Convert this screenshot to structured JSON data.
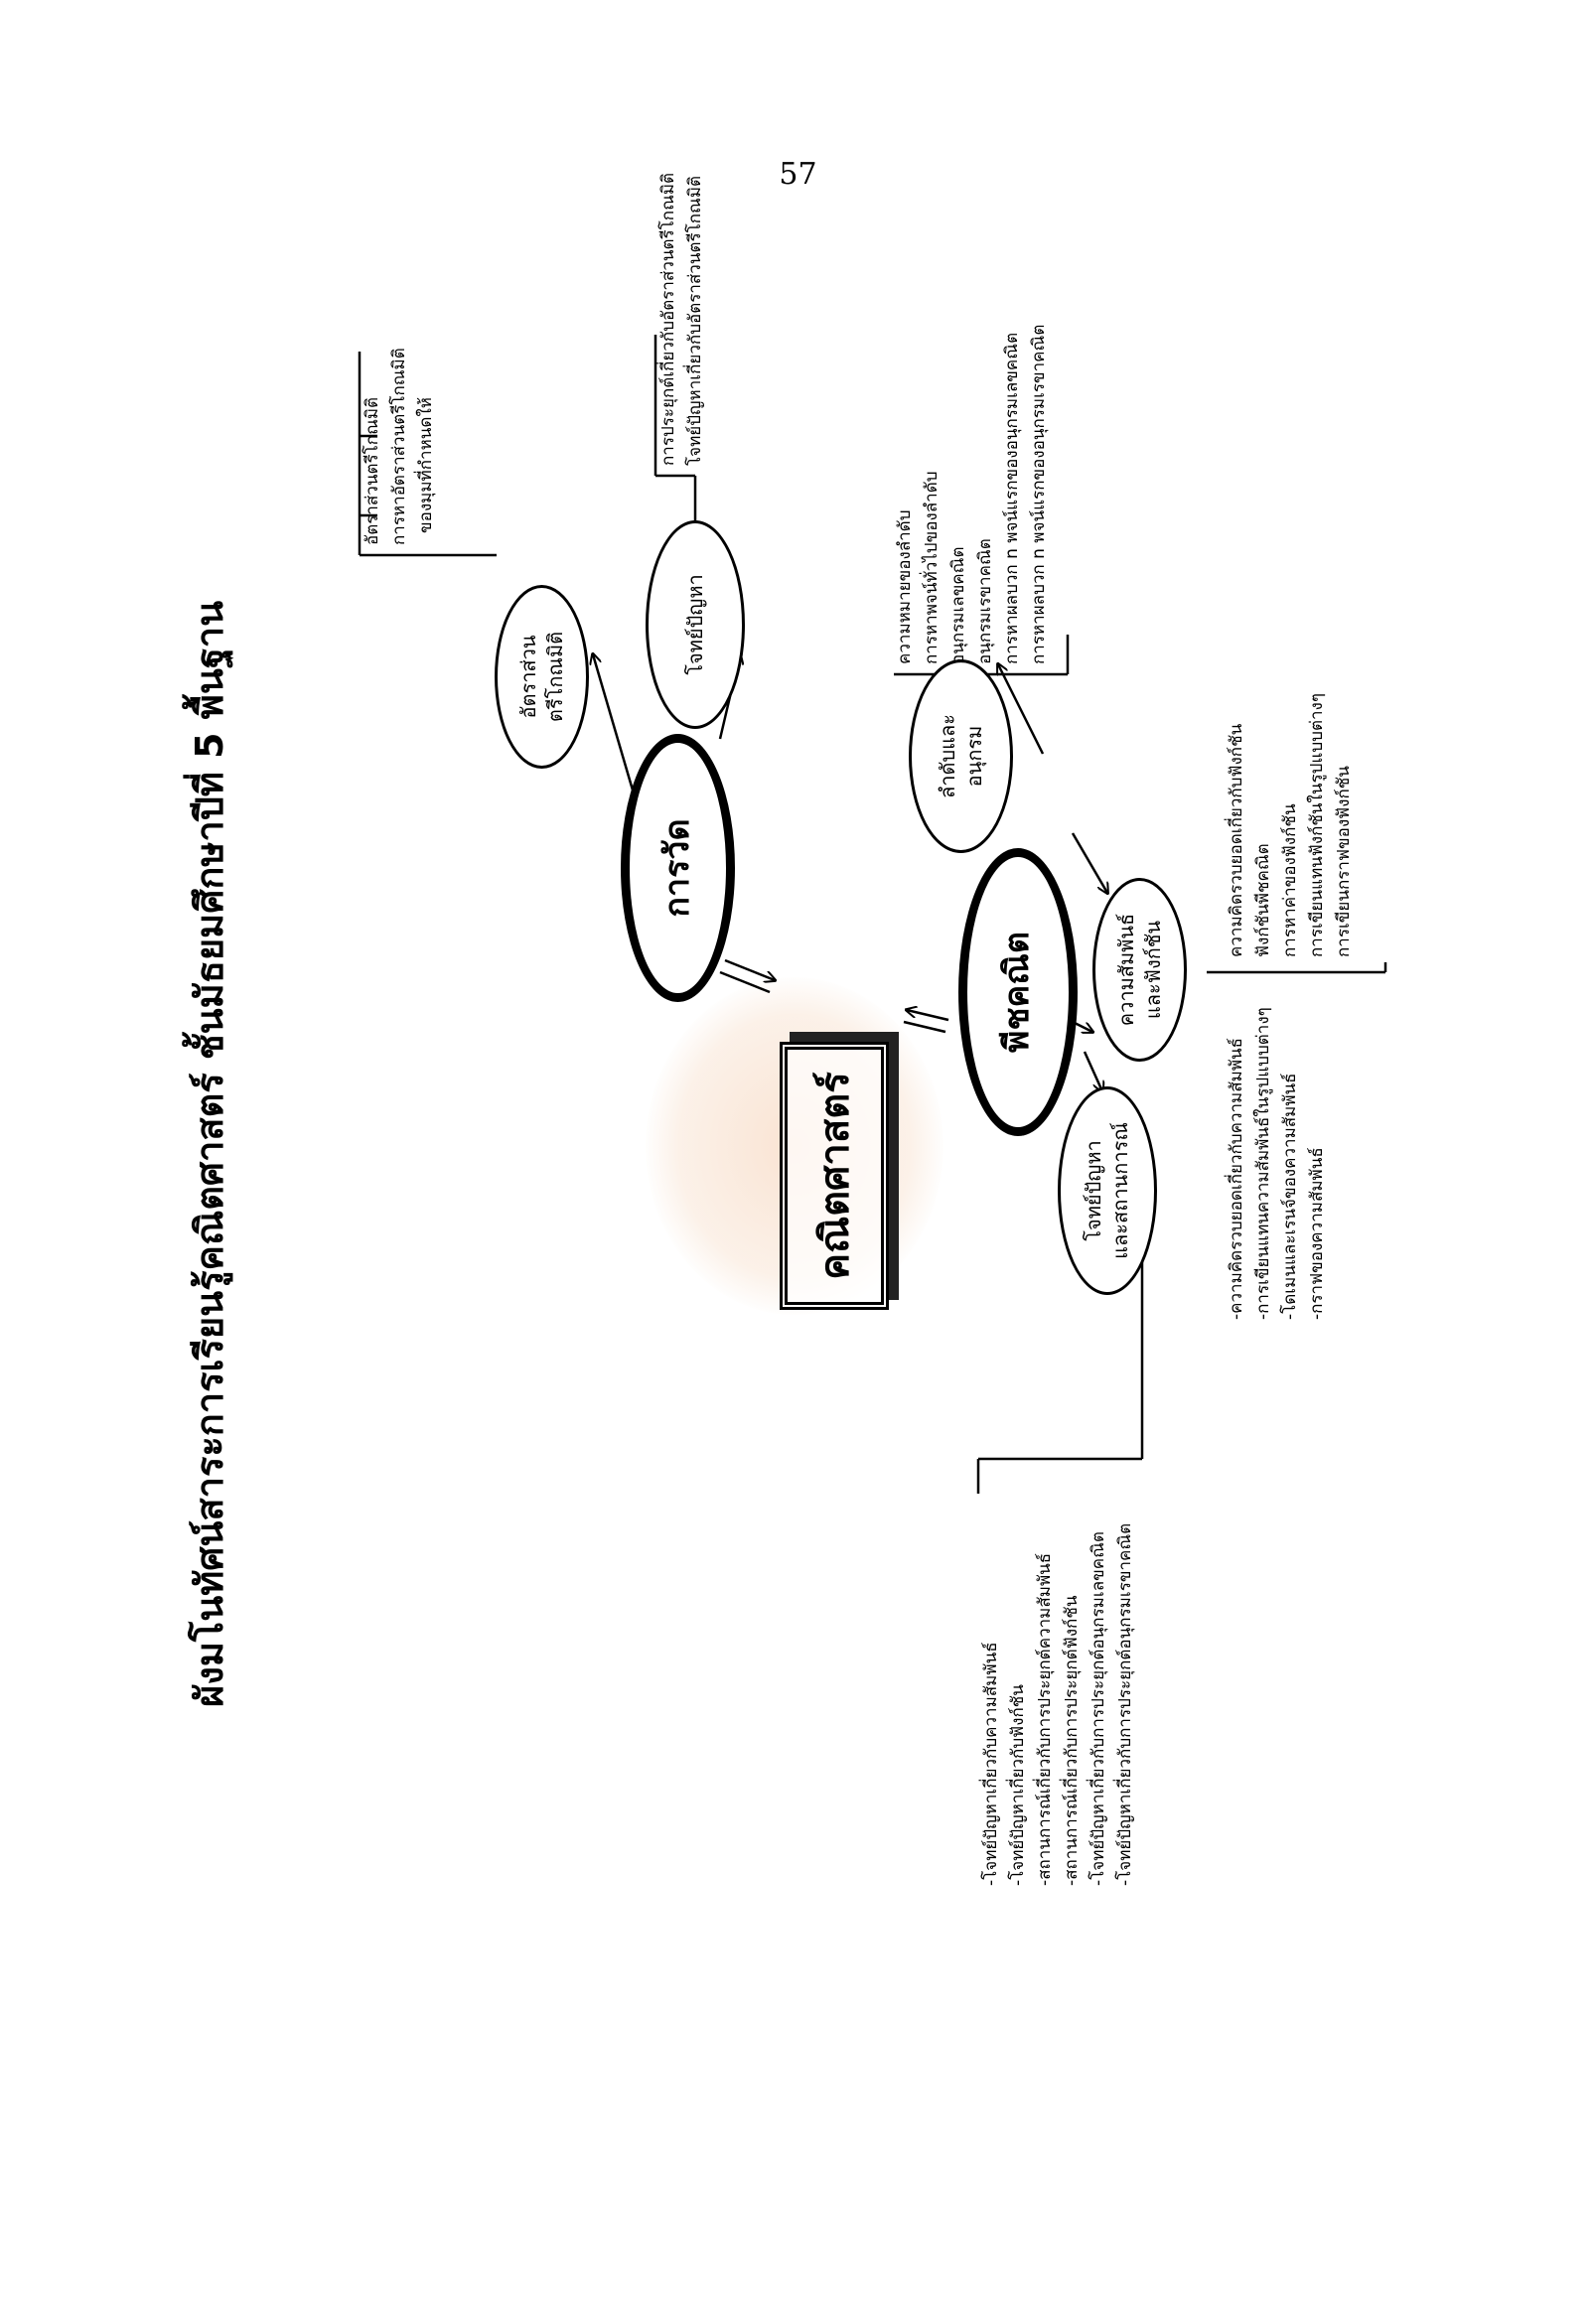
{
  "page_number": "57",
  "title": "ผังมโนทัศน์สาระการเรียนรู้คณิตศาสตร์  ชั้นมัธยมศึกษาปีที่ 5  พื้นฐาน",
  "center": "คณิตศาสตร์",
  "measurement": {
    "label": "การวัด",
    "trig_ratio": {
      "label_line1": "อัตราส่วน",
      "label_line2": "ตรีโกณมิติ",
      "items": [
        "อัตราส่วนตรีโกณมิติ",
        "การหาอัตราส่วนตรีโกณมิติ",
        "ของมุมที่กำหนดให้"
      ]
    },
    "problems": {
      "label": "โจทย์ปัญหา",
      "items": [
        "การประยุกต์เกี่ยวกับอัตราส่วนตรีโกณมิติ",
        "โจทย์ปัญหาเกี่ยวกับอัตราส่วนตรีโกณมิติ"
      ]
    }
  },
  "algebra": {
    "label": "พีชคณิต",
    "sequence": {
      "label_line1": "ลำดับและ",
      "label_line2": "อนุกรม",
      "items": [
        "ความหมายของลำดับ",
        "การหาพจน์ทั่วไปของลำดับ",
        "อนุกรมเลขคณิต",
        "อนุกรมเรขาคณิต",
        "การหาผลบวก n พจน์แรกของอนุกรมเลขคณิต",
        "การหาผลบวก n พจน์แรกของอนุกรมเรขาคณิต"
      ]
    },
    "relations": {
      "label_line1": "ความสัมพันธ์",
      "label_line2": "และฟังก์ชัน",
      "items_left": [
        "-ความคิดรวบยอดเกี่ยวกับความสัมพันธ์",
        "-การเขียนแทนความสัมพันธ์ในรูปแบบต่างๆ",
        "-โดเมนและเรนจ์ของความสัมพันธ์",
        "-กราฟของความสัมพันธ์"
      ],
      "items_right": [
        "ความคิดรวบยอดเกี่ยวกับฟังก์ชัน",
        "ฟังก์ชันพีชคณิต",
        "การหาค่าของฟังก์ชัน",
        "การเขียนแทนฟังก์ชันในรูปแบบต่างๆ",
        "การเขียนกราฟของฟังก์ชัน"
      ]
    },
    "word_problems": {
      "label_line1": "โจทย์ปัญหา",
      "label_line2": "และสถานการณ์",
      "items": [
        "-โจทย์ปัญหาเกี่ยวกับความสัมพันธ์",
        "-โจทย์ปัญหาเกี่ยวกับฟังก์ชัน",
        "-สถานการณ์เกี่ยวกับการประยุกต์ความสัมพันธ์",
        "-สถานการณ์เกี่ยวกับการประยุกต์ฟังก์ชัน",
        "-โจทย์ปัญหาเกี่ยวกับการประยุกต์อนุกรมเลขคณิต",
        "-โจทย์ปัญหาเกี่ยวกับการประยุกต์อนุกรมเรขาคณิต"
      ]
    }
  }
}
